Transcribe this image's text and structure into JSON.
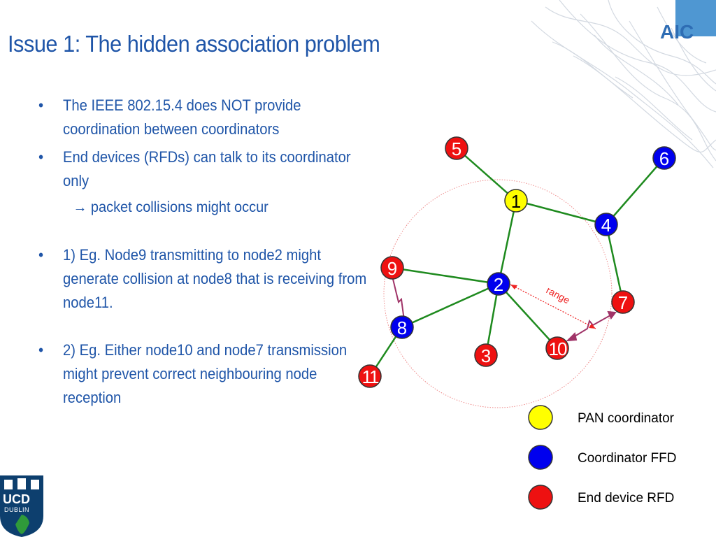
{
  "title": "Issue 1: The hidden association problem",
  "bullets": {
    "b1": "The IEEE 802.15.4 does NOT provide coordination between coordinators",
    "b2": "End devices (RFDs) can talk to its coordinator only",
    "b2_sub_arrow": "→",
    "b2_sub": "packet collisions might occur",
    "b3": "1) Eg. Node9 transmitting to node2 might generate collision at node8 that is receiving from node11.",
    "b4": "2) Eg. Either node10 and node7 transmission might prevent correct neighbouring node reception",
    "marker": "•"
  },
  "diagram": {
    "nodes": [
      {
        "id": "5",
        "label": "5",
        "type": "rfd"
      },
      {
        "id": "6",
        "label": "6",
        "type": "ffd"
      },
      {
        "id": "1",
        "label": "1",
        "type": "pan"
      },
      {
        "id": "4",
        "label": "4",
        "type": "ffd"
      },
      {
        "id": "9",
        "label": "9",
        "type": "rfd"
      },
      {
        "id": "2",
        "label": "2",
        "type": "ffd"
      },
      {
        "id": "7",
        "label": "7",
        "type": "rfd"
      },
      {
        "id": "8",
        "label": "8",
        "type": "ffd"
      },
      {
        "id": "10",
        "label": "10",
        "type": "rfd"
      },
      {
        "id": "3",
        "label": "3",
        "type": "rfd"
      },
      {
        "id": "11",
        "label": "11",
        "type": "rfd"
      }
    ],
    "range_label": "range"
  },
  "legend": {
    "pan": "PAN coordinator",
    "ffd": "Coordinator FFD",
    "rfd": "End device RFD"
  },
  "colors": {
    "pan": "#ffff00",
    "ffd": "#0000ee",
    "rfd": "#ee1111",
    "link": "#1e8a1e",
    "title": "#1f55a8"
  },
  "logos": {
    "aic": "AIC",
    "ucd": "UCD",
    "dublin": "DUBLIN"
  }
}
